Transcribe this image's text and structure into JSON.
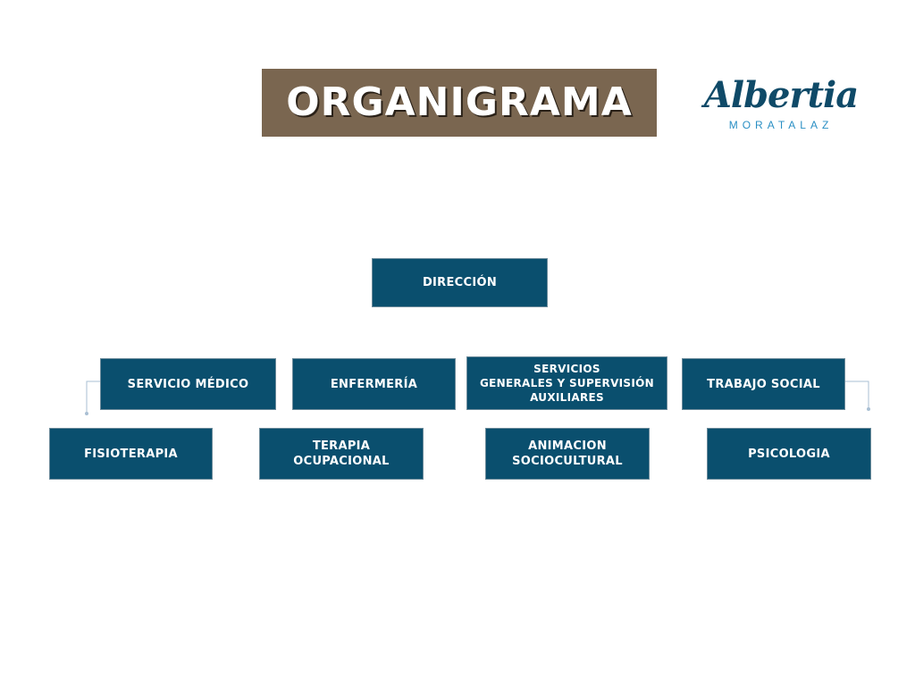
{
  "title": "ORGANIGRAMA",
  "logo": {
    "main": "Albertia",
    "sub": "MORATALAZ"
  },
  "nodes": {
    "direccion": "DIRECCIÓN",
    "servicio_medico": "SERVICIO MÉDICO",
    "enfermeria": "ENFERMERÍA",
    "servicios_generales": [
      "SERVICIOS",
      "GENERALES Y SUPERVISIÓN",
      "AUXILIARES"
    ],
    "trabajo_social": "TRABAJO SOCIAL",
    "fisioterapia": "FISIOTERAPIA",
    "terapia_ocupacional": [
      "TERAPIA",
      "OCUPACIONAL"
    ],
    "animacion": [
      "ANIMACION",
      "SOCIOCULTURAL"
    ],
    "psicologia": "PSICOLOGIA"
  },
  "colors": {
    "title_bg": "#7a6650",
    "node_bg": "#0a4f6e",
    "logo": "#0f4a68",
    "logo_sub": "#2a8fc4"
  }
}
